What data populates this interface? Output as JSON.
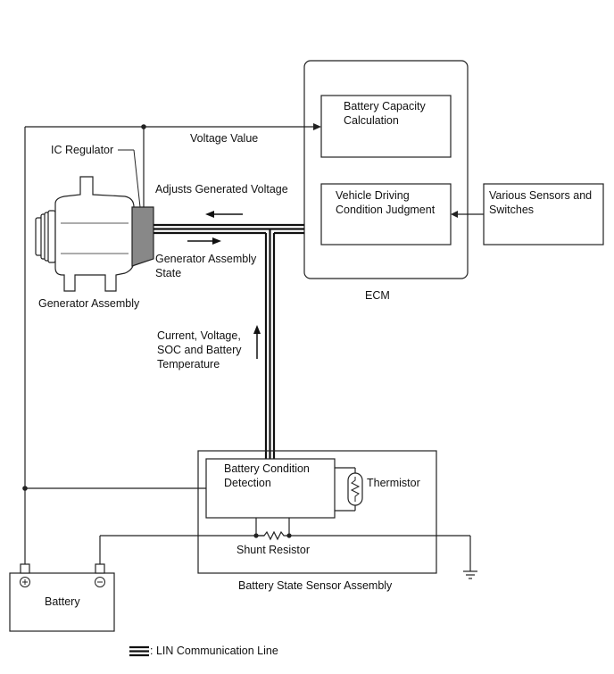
{
  "labels": {
    "battery_capacity": "Battery Capacity Calculation",
    "vehicle_driving": "Vehicle Driving Condition Judgment",
    "various_sensors": "Various Sensors and Switches",
    "ecm": "ECM",
    "voltage_value": "Voltage Value",
    "ic_regulator": "IC Regulator",
    "adjusts_voltage": "Adjusts Generated Voltage",
    "generator_state": "Generator Assembly State",
    "generator_assembly": "Generator Assembly",
    "current_voltage": "Current, Voltage, SOC and Battery Temperature",
    "battery_condition": "Battery Condition Detection",
    "thermistor": "Thermistor",
    "shunt_resistor": "Shunt Resistor",
    "battery_state_sensor": "Battery State Sensor Assembly",
    "battery": "Battery",
    "battery_plus": "+",
    "battery_minus": "−",
    "lin_legend": ": LIN Communication Line"
  }
}
